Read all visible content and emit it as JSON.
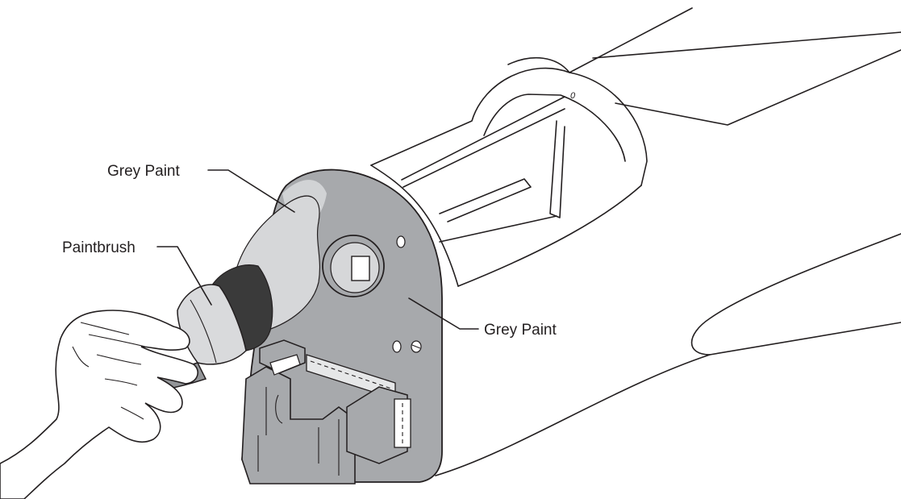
{
  "callouts": {
    "grey_paint_top": "Grey Paint",
    "paintbrush": "Paintbrush",
    "grey_paint_right": "Grey Paint"
  },
  "marks": {
    "hole_mark": "0"
  },
  "colors": {
    "outline": "#231f20",
    "former_grey": "#a7a9ac",
    "former_dark": "#8f9194",
    "bristle_dark": "#3a3a3a",
    "ferrule": "#d9dadc",
    "handle": "#939598"
  }
}
